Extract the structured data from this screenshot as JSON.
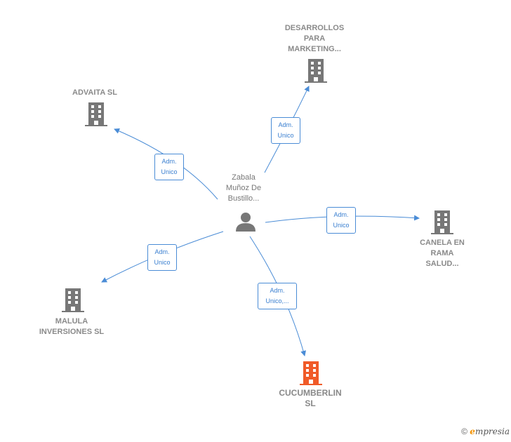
{
  "center": {
    "label": "Zabala\nMuñoz De\nBustillo...",
    "icon": "person-icon"
  },
  "companies": [
    {
      "id": "desarrollos",
      "label": "DESARROLLOS\nPARA\nMARKETING...",
      "icon": "building-icon",
      "color": "#777777"
    },
    {
      "id": "advaita",
      "label": "ADVAITA SL",
      "icon": "building-icon",
      "color": "#777777"
    },
    {
      "id": "canela",
      "label": "CANELA EN\nRAMA\nSALUD...",
      "icon": "building-icon",
      "color": "#777777"
    },
    {
      "id": "malula",
      "label": "MALULA\nINVERSIONES SL",
      "icon": "building-icon",
      "color": "#777777"
    },
    {
      "id": "cucumberlin",
      "label": "CUCUMBERLIN\nSL",
      "icon": "building-icon",
      "color": "#f05a28"
    }
  ],
  "edges": [
    {
      "to": "desarrollos",
      "label": "Adm.\nUnico"
    },
    {
      "to": "advaita",
      "label": "Adm.\nUnico"
    },
    {
      "to": "canela",
      "label": "Adm.\nUnico"
    },
    {
      "to": "malula",
      "label": "Adm.\nUnico"
    },
    {
      "to": "cucumberlin",
      "label": "Adm.\nUnico,..."
    }
  ],
  "colors": {
    "edge": "#4a8cd6",
    "building": "#777777",
    "focus": "#f05a28"
  },
  "footer": {
    "copyright": "©",
    "brand_first": "e",
    "brand_rest": "mpresia"
  }
}
